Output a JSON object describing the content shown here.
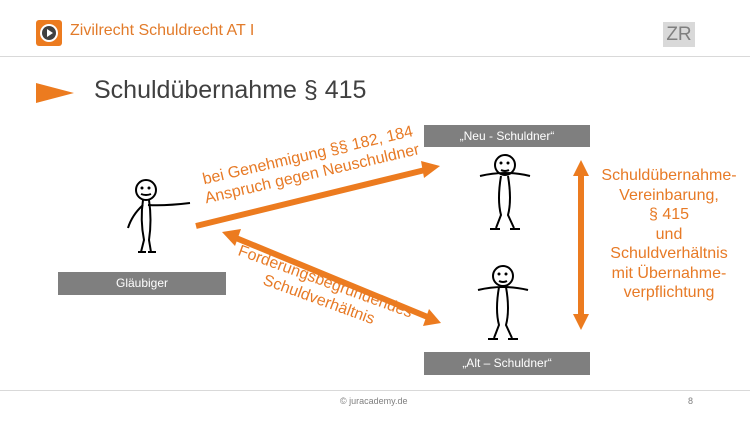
{
  "header": {
    "title": "Zivilrecht Schuldrecht AT I",
    "badge": "ZR"
  },
  "slide": {
    "title": "Schuldübernahme § 415"
  },
  "labels": {
    "neu_schuldner": "„Neu - Schuldner“",
    "alt_schuldner": "„Alt – Schuldner“",
    "glaeubiger": "Gläubiger"
  },
  "arrows": {
    "upper_line1": "bei Genehmigung §§ 182, 184",
    "upper_line2": "Anspruch gegen Neuschuldner",
    "lower_line1": "Forderungsbegründendes",
    "lower_line2": "Schuldverhältnis"
  },
  "side_text": {
    "lines": [
      "Schuldübernahme-",
      "Vereinbarung,",
      "§ 415",
      "und",
      "Schuldverhältnis",
      "mit Übernahme-",
      "verpflichtung"
    ]
  },
  "footer": {
    "copyright": "© juracademy.de",
    "page": "8"
  },
  "colors": {
    "accent": "#ec7b1f",
    "label_bg": "#7f7f7f",
    "title_text": "#404040"
  }
}
